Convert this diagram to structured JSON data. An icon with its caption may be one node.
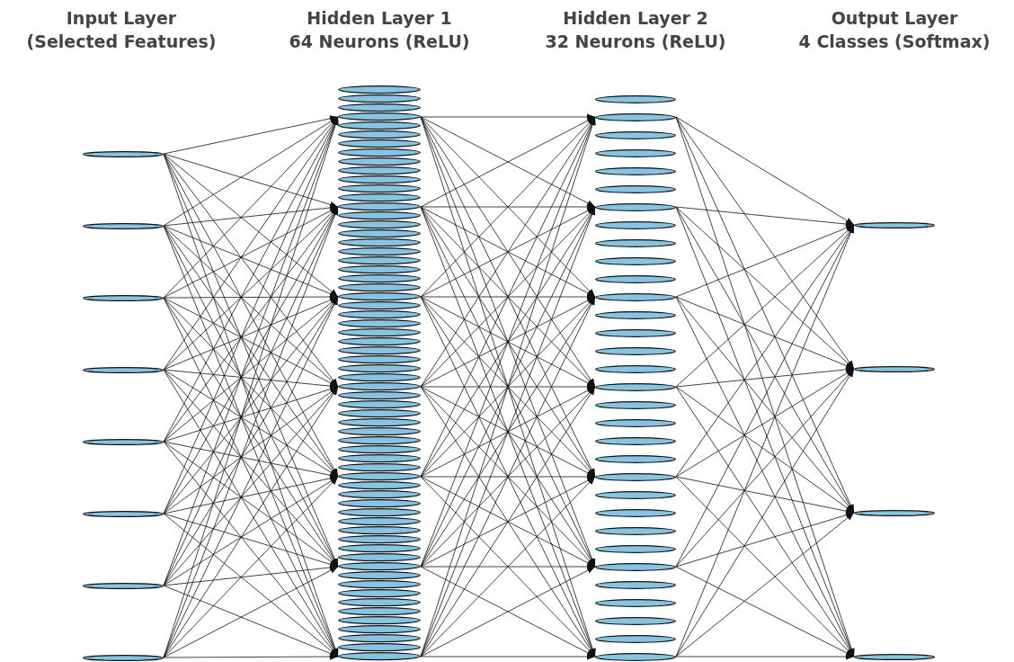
{
  "diagram": {
    "nodes": [
      {
        "text": [],
        "shape": "ellipse"
      },
      {
        "text": [],
        "shape": "ellipse"
      },
      {
        "text": [],
        "shape": "ellipse"
      },
      {
        "text": [],
        "shape": "ellipse"
      },
      {
        "text": [],
        "shape": "ellipse"
      },
      {
        "text": [],
        "shape": "ellipse"
      },
      {
        "text": [],
        "shape": "ellipse"
      },
      {
        "text": [],
        "shape": "ellipse"
      },
      {
        "text": [],
        "shape": "ellipse"
      },
      {
        "text": [],
        "shape": "ellipse"
      },
      {
        "text": [],
        "shape": "ellipse"
      },
      {
        "text": [],
        "shape": "ellipse"
      },
      {
        "text": [],
        "shape": "ellipse"
      },
      {
        "text": [],
        "shape": "ellipse"
      },
      {
        "text": [],
        "shape": "ellipse"
      },
      {
        "text": [],
        "shape": "ellipse"
      },
      {
        "text": [],
        "shape": "ellipse"
      },
      {
        "text": [],
        "shape": "ellipse"
      },
      {
        "text": [],
        "shape": "ellipse"
      },
      {
        "text": [],
        "shape": "ellipse"
      },
      {
        "text": [],
        "shape": "ellipse"
      },
      {
        "text": [],
        "shape": "ellipse"
      },
      {
        "text": [],
        "shape": "ellipse"
      },
      {
        "text": [],
        "shape": "ellipse"
      },
      {
        "text": [],
        "shape": "ellipse"
      },
      {
        "text": [],
        "shape": "ellipse"
      },
      {
        "text": [],
        "shape": "ellipse"
      },
      {
        "text": [],
        "shape": "ellipse"
      },
      {
        "text": [],
        "shape": "ellipse"
      },
      {
        "text": [],
        "shape": "ellipse"
      },
      {
        "text": [],
        "shape": "ellipse"
      },
      {
        "text": [],
        "shape": "ellipse"
      },
      {
        "text": [],
        "shape": "ellipse"
      },
      {
        "text": [],
        "shape": "ellipse"
      },
      {
        "text": [],
        "shape": "ellipse"
      },
      {
        "text": [],
        "shape": "ellipse"
      },
      {
        "text": [],
        "shape": "ellipse"
      },
      {
        "text": [],
        "shape": "ellipse"
      },
      {
        "text": [],
        "shape": "ellipse"
      },
      {
        "text": [],
        "shape": "ellipse"
      },
      {
        "text": [],
        "shape": "ellipse"
      },
      {
        "text": [],
        "shape": "ellipse"
      },
      {
        "text": [],
        "shape": "ellipse"
      },
      {
        "text": [],
        "shape": "ellipse"
      },
      {
        "text": [],
        "shape": "ellipse"
      },
      {
        "text": [],
        "shape": "ellipse"
      },
      {
        "text": [],
        "shape": "ellipse"
      },
      {
        "text": [],
        "shape": "ellipse"
      },
      {
        "text": [],
        "shape": "ellipse"
      },
      {
        "text": [],
        "shape": "ellipse"
      },
      {
        "text": [],
        "shape": "ellipse"
      },
      {
        "text": [],
        "shape": "ellipse"
      },
      {
        "text": [],
        "shape": "ellipse"
      },
      {
        "text": [],
        "shape": "ellipse"
      },
      {
        "text": [],
        "shape": "ellipse"
      },
      {
        "text": [],
        "shape": "ellipse"
      },
      {
        "text": [],
        "shape": "ellipse"
      },
      {
        "text": [],
        "shape": "ellipse"
      },
      {
        "text": [],
        "shape": "ellipse"
      },
      {
        "text": [],
        "shape": "ellipse"
      },
      {
        "text": [],
        "shape": "ellipse"
      },
      {
        "text": [],
        "shape": "ellipse"
      },
      {
        "text": [],
        "shape": "ellipse"
      },
      {
        "text": [],
        "shape": "ellipse"
      },
      {
        "text": [],
        "shape": "ellipse"
      },
      {
        "text": [],
        "shape": "ellipse"
      },
      {
        "text": [],
        "shape": "ellipse"
      },
      {
        "text": [],
        "shape": "ellipse"
      },
      {
        "text": [],
        "shape": "ellipse"
      },
      {
        "text": [],
        "shape": "ellipse"
      },
      {
        "text": [],
        "shape": "ellipse"
      },
      {
        "text": [],
        "shape": "ellipse"
      },
      {
        "text": [],
        "shape": "ellipse"
      },
      {
        "text": [],
        "shape": "ellipse"
      },
      {
        "text": [],
        "shape": "ellipse"
      },
      {
        "text": [],
        "shape": "ellipse"
      },
      {
        "text": [],
        "shape": "ellipse"
      },
      {
        "text": [],
        "shape": "ellipse"
      },
      {
        "text": [],
        "shape": "ellipse"
      },
      {
        "text": [],
        "shape": "ellipse"
      },
      {
        "text": [],
        "shape": "ellipse"
      },
      {
        "text": [],
        "shape": "ellipse"
      },
      {
        "text": [],
        "shape": "ellipse"
      },
      {
        "text": [],
        "shape": "ellipse"
      },
      {
        "text": [],
        "shape": "ellipse"
      },
      {
        "text": [],
        "shape": "ellipse"
      },
      {
        "text": [],
        "shape": "ellipse"
      },
      {
        "text": [],
        "shape": "ellipse"
      },
      {
        "text": [],
        "shape": "ellipse"
      },
      {
        "text": [],
        "shape": "ellipse"
      },
      {
        "text": [],
        "shape": "ellipse"
      },
      {
        "text": [],
        "shape": "ellipse"
      },
      {
        "text": [],
        "shape": "ellipse"
      },
      {
        "text": [],
        "shape": "ellipse"
      },
      {
        "text": [],
        "shape": "ellipse"
      },
      {
        "text": [],
        "shape": "ellipse"
      },
      {
        "text": [],
        "shape": "ellipse"
      },
      {
        "text": [],
        "shape": "ellipse"
      },
      {
        "text": [],
        "shape": "ellipse"
      },
      {
        "text": [],
        "shape": "ellipse"
      },
      {
        "text": [],
        "shape": "ellipse"
      },
      {
        "text": [],
        "shape": "ellipse"
      },
      {
        "text": [],
        "shape": "ellipse"
      },
      {
        "text": [],
        "shape": "ellipse"
      },
      {
        "text": [],
        "shape": "ellipse"
      },
      {
        "text": [],
        "shape": "ellipse"
      },
      {
        "text": [],
        "shape": "ellipse"
      },
      {
        "text": [],
        "shape": "ellipse"
      }
    ],
    "edges": [
      {
        "from": 0,
        "to": 11,
        "arrow": "to"
      },
      {
        "from": 0,
        "to": 21,
        "arrow": "to"
      },
      {
        "from": 0,
        "to": 31,
        "arrow": "to"
      },
      {
        "from": 0,
        "to": 41,
        "arrow": "to"
      },
      {
        "from": 0,
        "to": 51,
        "arrow": "to"
      },
      {
        "from": 0,
        "to": 61,
        "arrow": "to"
      },
      {
        "from": 0,
        "to": 71,
        "arrow": "to"
      },
      {
        "from": 1,
        "to": 11,
        "arrow": "to"
      },
      {
        "from": 1,
        "to": 21,
        "arrow": "to"
      },
      {
        "from": 1,
        "to": 31,
        "arrow": "to"
      },
      {
        "from": 1,
        "to": 41,
        "arrow": "to"
      },
      {
        "from": 1,
        "to": 51,
        "arrow": "to"
      },
      {
        "from": 1,
        "to": 61,
        "arrow": "to"
      },
      {
        "from": 1,
        "to": 71,
        "arrow": "to"
      },
      {
        "from": 2,
        "to": 11,
        "arrow": "to"
      },
      {
        "from": 2,
        "to": 21,
        "arrow": "to"
      },
      {
        "from": 2,
        "to": 31,
        "arrow": "to"
      },
      {
        "from": 2,
        "to": 41,
        "arrow": "to"
      },
      {
        "from": 2,
        "to": 51,
        "arrow": "to"
      },
      {
        "from": 2,
        "to": 61,
        "arrow": "to"
      },
      {
        "from": 2,
        "to": 71,
        "arrow": "to"
      },
      {
        "from": 3,
        "to": 11,
        "arrow": "to"
      },
      {
        "from": 3,
        "to": 21,
        "arrow": "to"
      },
      {
        "from": 3,
        "to": 31,
        "arrow": "to"
      },
      {
        "from": 3,
        "to": 41,
        "arrow": "to"
      },
      {
        "from": 3,
        "to": 51,
        "arrow": "to"
      },
      {
        "from": 3,
        "to": 61,
        "arrow": "to"
      },
      {
        "from": 3,
        "to": 71,
        "arrow": "to"
      },
      {
        "from": 4,
        "to": 11,
        "arrow": "to"
      },
      {
        "from": 4,
        "to": 21,
        "arrow": "to"
      },
      {
        "from": 4,
        "to": 31,
        "arrow": "to"
      },
      {
        "from": 4,
        "to": 41,
        "arrow": "to"
      },
      {
        "from": 4,
        "to": 51,
        "arrow": "to"
      },
      {
        "from": 4,
        "to": 61,
        "arrow": "to"
      },
      {
        "from": 4,
        "to": 71,
        "arrow": "to"
      },
      {
        "from": 5,
        "to": 11,
        "arrow": "to"
      },
      {
        "from": 5,
        "to": 21,
        "arrow": "to"
      },
      {
        "from": 5,
        "to": 31,
        "arrow": "to"
      },
      {
        "from": 5,
        "to": 41,
        "arrow": "to"
      },
      {
        "from": 5,
        "to": 51,
        "arrow": "to"
      },
      {
        "from": 5,
        "to": 61,
        "arrow": "to"
      },
      {
        "from": 5,
        "to": 71,
        "arrow": "to"
      },
      {
        "from": 6,
        "to": 11,
        "arrow": "to"
      },
      {
        "from": 6,
        "to": 21,
        "arrow": "to"
      },
      {
        "from": 6,
        "to": 31,
        "arrow": "to"
      },
      {
        "from": 6,
        "to": 41,
        "arrow": "to"
      },
      {
        "from": 6,
        "to": 51,
        "arrow": "to"
      },
      {
        "from": 6,
        "to": 61,
        "arrow": "to"
      },
      {
        "from": 6,
        "to": 71,
        "arrow": "to"
      },
      {
        "from": 7,
        "to": 11,
        "arrow": "to"
      },
      {
        "from": 7,
        "to": 21,
        "arrow": "to"
      },
      {
        "from": 7,
        "to": 31,
        "arrow": "to"
      },
      {
        "from": 7,
        "to": 41,
        "arrow": "to"
      },
      {
        "from": 7,
        "to": 51,
        "arrow": "to"
      },
      {
        "from": 7,
        "to": 61,
        "arrow": "to"
      },
      {
        "from": 7,
        "to": 71,
        "arrow": "to"
      },
      {
        "from": 11,
        "to": 73,
        "arrow": "to"
      },
      {
        "from": 11,
        "to": 78,
        "arrow": "to"
      },
      {
        "from": 11,
        "to": 83,
        "arrow": "to"
      },
      {
        "from": 11,
        "to": 88,
        "arrow": "to"
      },
      {
        "from": 11,
        "to": 93,
        "arrow": "to"
      },
      {
        "from": 11,
        "to": 98,
        "arrow": "to"
      },
      {
        "from": 11,
        "to": 103,
        "arrow": "to"
      },
      {
        "from": 21,
        "to": 73,
        "arrow": "to"
      },
      {
        "from": 21,
        "to": 78,
        "arrow": "to"
      },
      {
        "from": 21,
        "to": 83,
        "arrow": "to"
      },
      {
        "from": 21,
        "to": 88,
        "arrow": "to"
      },
      {
        "from": 21,
        "to": 93,
        "arrow": "to"
      },
      {
        "from": 21,
        "to": 98,
        "arrow": "to"
      },
      {
        "from": 21,
        "to": 103,
        "arrow": "to"
      },
      {
        "from": 31,
        "to": 73,
        "arrow": "to"
      },
      {
        "from": 31,
        "to": 78,
        "arrow": "to"
      },
      {
        "from": 31,
        "to": 83,
        "arrow": "to"
      },
      {
        "from": 31,
        "to": 88,
        "arrow": "to"
      },
      {
        "from": 31,
        "to": 93,
        "arrow": "to"
      },
      {
        "from": 31,
        "to": 98,
        "arrow": "to"
      },
      {
        "from": 31,
        "to": 103,
        "arrow": "to"
      },
      {
        "from": 41,
        "to": 73,
        "arrow": "to"
      },
      {
        "from": 41,
        "to": 78,
        "arrow": "to"
      },
      {
        "from": 41,
        "to": 83,
        "arrow": "to"
      },
      {
        "from": 41,
        "to": 88,
        "arrow": "to"
      },
      {
        "from": 41,
        "to": 93,
        "arrow": "to"
      },
      {
        "from": 41,
        "to": 98,
        "arrow": "to"
      },
      {
        "from": 41,
        "to": 103,
        "arrow": "to"
      },
      {
        "from": 51,
        "to": 73,
        "arrow": "to"
      },
      {
        "from": 51,
        "to": 78,
        "arrow": "to"
      },
      {
        "from": 51,
        "to": 83,
        "arrow": "to"
      },
      {
        "from": 51,
        "to": 88,
        "arrow": "to"
      },
      {
        "from": 51,
        "to": 93,
        "arrow": "to"
      },
      {
        "from": 51,
        "to": 98,
        "arrow": "to"
      },
      {
        "from": 51,
        "to": 103,
        "arrow": "to"
      },
      {
        "from": 61,
        "to": 73,
        "arrow": "to"
      },
      {
        "from": 61,
        "to": 78,
        "arrow": "to"
      },
      {
        "from": 61,
        "to": 83,
        "arrow": "to"
      },
      {
        "from": 61,
        "to": 88,
        "arrow": "to"
      },
      {
        "from": 61,
        "to": 93,
        "arrow": "to"
      },
      {
        "from": 61,
        "to": 98,
        "arrow": "to"
      },
      {
        "from": 61,
        "to": 103,
        "arrow": "to"
      },
      {
        "from": 71,
        "to": 73,
        "arrow": "to"
      },
      {
        "from": 71,
        "to": 78,
        "arrow": "to"
      },
      {
        "from": 71,
        "to": 83,
        "arrow": "to"
      },
      {
        "from": 71,
        "to": 88,
        "arrow": "to"
      },
      {
        "from": 71,
        "to": 93,
        "arrow": "to"
      },
      {
        "from": 71,
        "to": 98,
        "arrow": "to"
      },
      {
        "from": 71,
        "to": 103,
        "arrow": "to"
      },
      {
        "from": 73,
        "to": 104,
        "arrow": "to"
      },
      {
        "from": 73,
        "to": 105,
        "arrow": "to"
      },
      {
        "from": 73,
        "to": 106,
        "arrow": "to"
      },
      {
        "from": 73,
        "to": 107,
        "arrow": "to"
      },
      {
        "from": 78,
        "to": 104,
        "arrow": "to"
      },
      {
        "from": 78,
        "to": 105,
        "arrow": "to"
      },
      {
        "from": 78,
        "to": 106,
        "arrow": "to"
      },
      {
        "from": 78,
        "to": 107,
        "arrow": "to"
      },
      {
        "from": 83,
        "to": 104,
        "arrow": "to"
      },
      {
        "from": 83,
        "to": 105,
        "arrow": "to"
      },
      {
        "from": 83,
        "to": 106,
        "arrow": "to"
      },
      {
        "from": 83,
        "to": 107,
        "arrow": "to"
      },
      {
        "from": 88,
        "to": 104,
        "arrow": "to"
      },
      {
        "from": 88,
        "to": 105,
        "arrow": "to"
      },
      {
        "from": 88,
        "to": 106,
        "arrow": "to"
      },
      {
        "from": 88,
        "to": 107,
        "arrow": "to"
      },
      {
        "from": 93,
        "to": 104,
        "arrow": "to"
      },
      {
        "from": 93,
        "to": 105,
        "arrow": "to"
      },
      {
        "from": 93,
        "to": 106,
        "arrow": "to"
      },
      {
        "from": 93,
        "to": 107,
        "arrow": "to"
      },
      {
        "from": 98,
        "to": 104,
        "arrow": "to"
      },
      {
        "from": 98,
        "to": 105,
        "arrow": "to"
      },
      {
        "from": 98,
        "to": 106,
        "arrow": "to"
      },
      {
        "from": 98,
        "to": 107,
        "arrow": "to"
      },
      {
        "from": 103,
        "to": 104,
        "arrow": "to"
      },
      {
        "from": 103,
        "to": 105,
        "arrow": "to"
      },
      {
        "from": 103,
        "to": 106,
        "arrow": "to"
      },
      {
        "from": 103,
        "to": 107,
        "arrow": "to"
      }
    ],
    "labels": [
      "Input Layer",
      "(Selected Features)",
      "Hidden Layer 1",
      "64 Neurons (ReLU)",
      "Hidden Layer 2",
      "32 Neurons (ReLU)",
      "Output Layer",
      "4 Classes (Softmax)"
    ]
  }
}
